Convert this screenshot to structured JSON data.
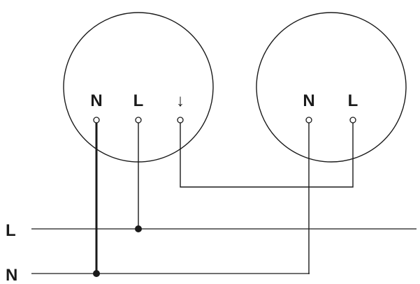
{
  "diagram": {
    "left_fixture": {
      "terminals": [
        {
          "label": "N"
        },
        {
          "label": "L"
        },
        {
          "label": "↓"
        }
      ]
    },
    "right_fixture": {
      "terminals": [
        {
          "label": "N"
        },
        {
          "label": "L"
        }
      ]
    },
    "supply": {
      "live_label": "L",
      "neutral_label": "N"
    }
  },
  "colors": {
    "line": "#1a1a1a",
    "background": "#ffffff"
  }
}
